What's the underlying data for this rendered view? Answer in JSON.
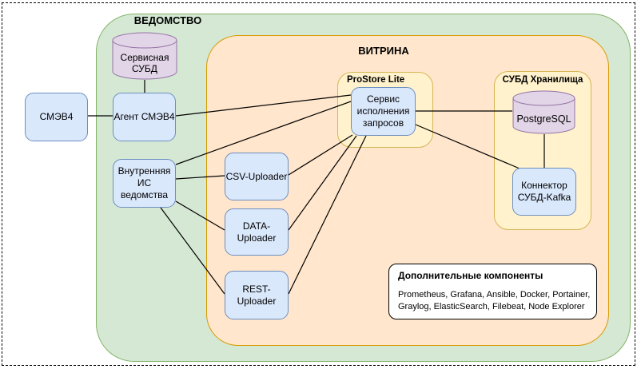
{
  "diagram": {
    "groups": {
      "vedomstvo": {
        "label": "ВЕДОМСТВО"
      },
      "vitrina": {
        "label": "ВИТРИНА"
      },
      "prostore": {
        "label": "ProStore Lite"
      },
      "subd_storage": {
        "label": "СУБД Хранилища"
      }
    },
    "nodes": {
      "smev4": {
        "label": "СМЭВ4"
      },
      "agent_smev4": {
        "label": "Агент СМЭВ4"
      },
      "internal_is": {
        "label": "Внутренняя\nИС ведомства"
      },
      "csv_uploader": {
        "label": "CSV-Uploader"
      },
      "data_uploader": {
        "label": "DATA-Uploader"
      },
      "rest_uploader": {
        "label": "REST-Uploader"
      },
      "query_service": {
        "label": "Сервис\nисполнения\nзапросов"
      },
      "kafka_connector": {
        "label": "Коннектор\nСУБД-Kafka"
      },
      "service_db": {
        "label": "Сервисная\nСУБД"
      },
      "postgresql": {
        "label": "PostgreSQL"
      }
    },
    "extra_components": {
      "title": "Дополнительные компоненты",
      "items": "Prometheus, Grafana, Ansible, Docker, Portainer,\nGraylog, ElasticSearch, Filebeat, Node Explorer"
    },
    "colors": {
      "green_fill": "#d5e8d4",
      "green_stroke": "#82b366",
      "orange_fill": "#ffe6cc",
      "orange_stroke": "#d79b00",
      "yellow_fill": "#fff2cc",
      "yellow_stroke": "#d6b656",
      "blue_fill": "#dae8fc",
      "blue_stroke": "#6c8ebf",
      "purple_fill": "#e1d5e7",
      "purple_stroke": "#9673a6",
      "edge": "#000000"
    },
    "edges": [
      [
        110,
        145,
        141,
        145
      ],
      [
        181,
        100,
        181,
        116
      ],
      [
        220,
        145,
        439,
        119
      ],
      [
        220,
        206,
        439,
        127
      ],
      [
        220,
        224,
        281,
        220
      ],
      [
        220,
        252,
        281,
        288
      ],
      [
        201,
        260,
        281,
        368
      ],
      [
        361,
        219,
        441,
        169
      ],
      [
        361,
        288,
        446,
        170
      ],
      [
        361,
        368,
        458,
        170
      ],
      [
        520,
        139,
        641,
        139
      ],
      [
        520,
        156,
        650,
        211
      ],
      [
        681,
        168,
        681,
        210
      ]
    ]
  }
}
